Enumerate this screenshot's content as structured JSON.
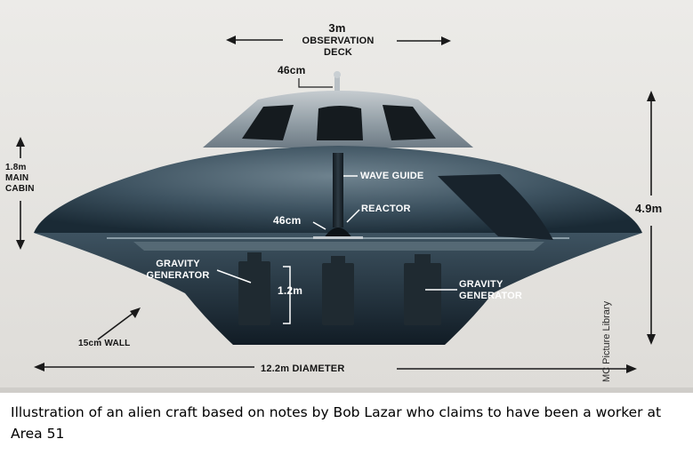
{
  "diagram": {
    "labels": {
      "deck_width": "3m",
      "deck_name": "OBSERVATION DECK",
      "antenna": "46cm",
      "main_cabin": "1.8m MAIN CABIN",
      "wave_guide": "WAVE GUIDE",
      "reactor": "REACTOR",
      "reactor_size": "46cm",
      "height": "4.9m",
      "gravity_left": "GRAVITY GENERATOR",
      "generator_height": "1.2m",
      "gravity_right": "GRAVITY GENERATOR",
      "wall": "15cm WALL",
      "diameter": "12.2m DIAMETER"
    },
    "credit": "MC Picture Library"
  },
  "caption": "Illustration of an alien craft based on notes by Bob Lazar who claims to have been a worker at Area 51"
}
